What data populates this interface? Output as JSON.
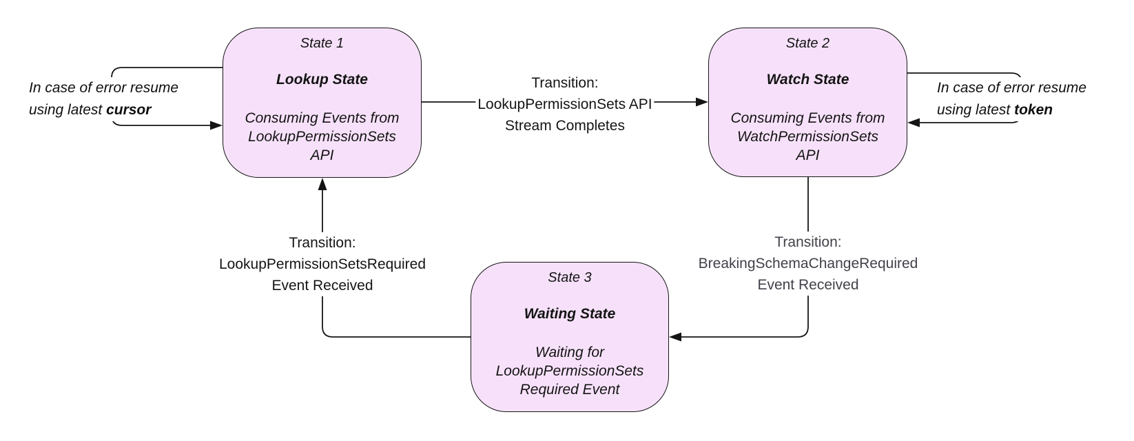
{
  "diagram": {
    "colors": {
      "background": "#ffffff",
      "node_fill": "#f7e1fa",
      "node_border": "#141414",
      "line": "#141414",
      "transition_text_default": "#141414",
      "transition_text_gray": "#41414a"
    },
    "states": [
      {
        "title": "State 1",
        "name": "Lookup State",
        "desc": [
          "Consuming Events from",
          "LookupPermissionSets",
          "API"
        ]
      },
      {
        "title": "State 2",
        "name": "Watch State",
        "desc": [
          "Consuming Events from",
          "WatchPermissionSets",
          "API"
        ]
      },
      {
        "title": "State 3",
        "name": "Waiting State",
        "desc": [
          "Waiting for",
          "LookupPermissionSets",
          "Required Event"
        ]
      }
    ],
    "transitions": [
      {
        "lines": [
          "Transition:",
          "LookupPermissionSets API",
          "Stream Completes"
        ]
      },
      {
        "lines": [
          "Transition:",
          "LookupPermissionSetsRequired",
          "Event Received"
        ]
      },
      {
        "lines": [
          "Transition:",
          "BreakingSchemaChangeRequired",
          "Event Received"
        ]
      }
    ],
    "error_labels": [
      {
        "line1": "In case of error resume",
        "line2_prefix": "using latest ",
        "line2_bold": "cursor"
      },
      {
        "line1": "In case of error resume",
        "line2_prefix": "using latest ",
        "line2_bold": "token"
      }
    ]
  }
}
